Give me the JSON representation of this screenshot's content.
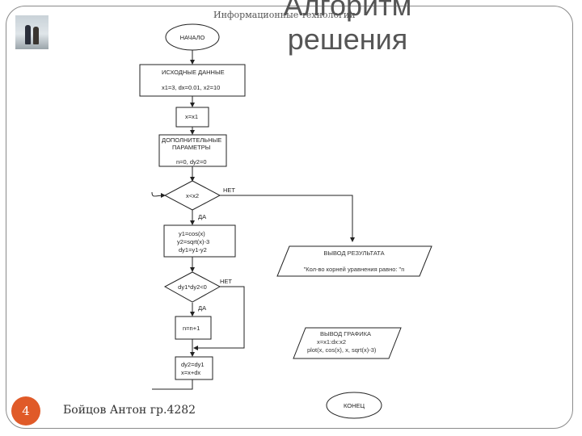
{
  "header": {
    "subject": "Информационные технологии"
  },
  "title": {
    "line1": "Алгоритм",
    "line2": "решения"
  },
  "footer": {
    "page_number": "4",
    "author": "Бойцов Антон гр.4282"
  },
  "flowchart": {
    "start": "НАЧАЛО",
    "input": {
      "title": "ИСХОДНЫЕ ДАННЫЕ",
      "values": "x1=3, dx=0.01, x2=10"
    },
    "init_x": "x=x1",
    "extra": {
      "line1": "ДОПОЛНИТЕЛЬНЫЕ",
      "line2": "ПАРАМЕТРЫ",
      "values": "n=0, dy2=0"
    },
    "cond1": {
      "text": "x<x2",
      "no": "НЕТ",
      "yes": "ДА"
    },
    "calc": {
      "line1": "y1=cos(x)",
      "line2": "y2=sqrt(x)-3",
      "line3": "dy1=y1-y2"
    },
    "cond2": {
      "text": "dy1*dy2<0",
      "no": "НЕТ",
      "yes": "ДА"
    },
    "increment": "n=n+1",
    "update": {
      "line1": "dy2=dy1",
      "line2": "x=x+dx"
    },
    "output_result": {
      "title": "ВЫВОД РЕЗУЛЬТАТА",
      "text": "\"Кол-во корней уравнения равно: \"n"
    },
    "output_plot": {
      "title": "ВЫВОД ГРАФИКА",
      "line1": "x=x1:dx:x2",
      "line2": "plot(x, cos(x), x, sqrt(x)-3)"
    },
    "end": "КОНЕЦ"
  }
}
